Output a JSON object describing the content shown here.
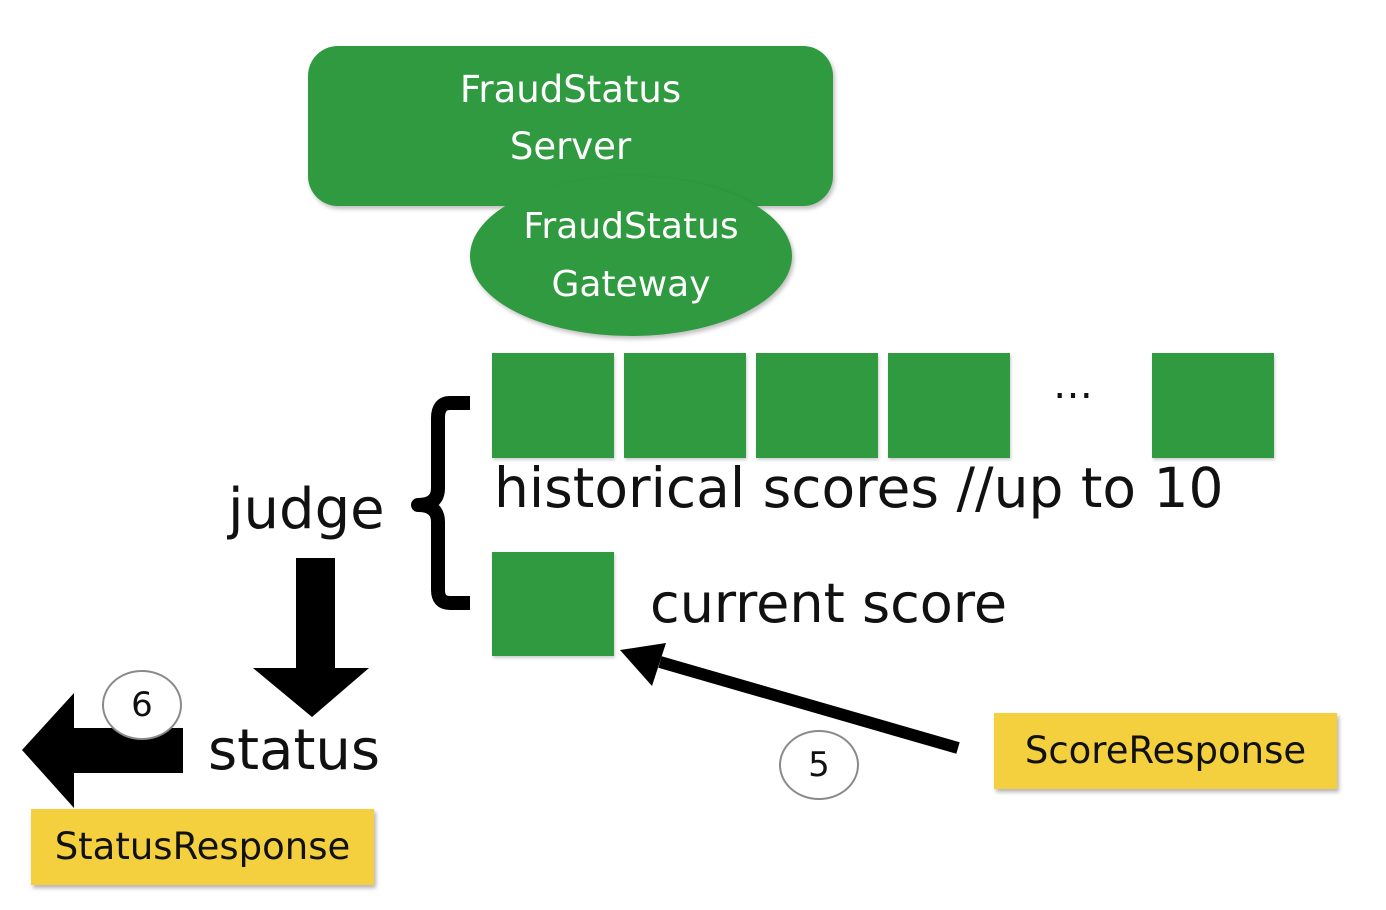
{
  "server": {
    "line1": "FraudStatus",
    "line2": "Server"
  },
  "gateway": {
    "line1": "FraudStatus",
    "line2": "Gateway"
  },
  "scores": {
    "ellipsis": "…",
    "historical_label": "historical scores //up to 10",
    "current_label": "current score"
  },
  "judge_label": "judge",
  "status_label": "status",
  "score_response_label": "ScoreResponse",
  "status_response_label": "StatusResponse",
  "step_5": "5",
  "step_6": "6",
  "colors": {
    "green": "#2f9a3f",
    "yellow": "#f4d03f",
    "black": "#000000"
  }
}
